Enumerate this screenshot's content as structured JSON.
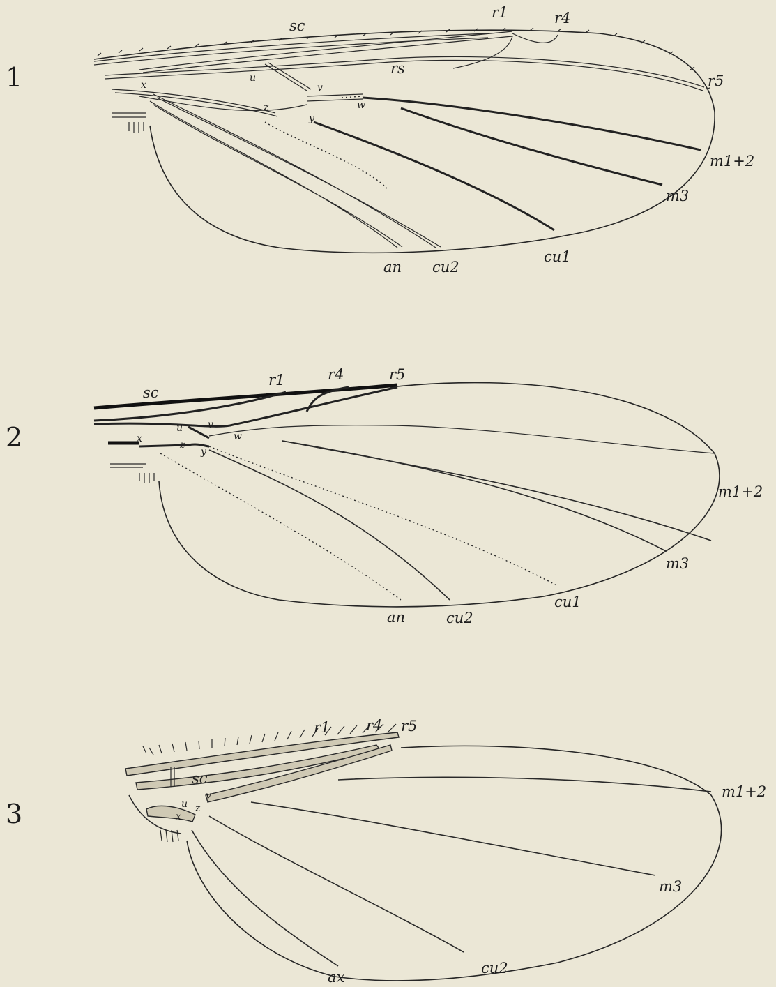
{
  "figures": [
    {
      "number": "1",
      "labels": {
        "sc": "sc",
        "r1": "r1",
        "r4": "r4",
        "r5": "r5",
        "rs": "rs",
        "u": "u",
        "v": "v",
        "w": "w",
        "x": "x",
        "y": "y",
        "z": "z",
        "m12": "m1+2",
        "m3": "m3",
        "cu1": "cu1",
        "cu2": "cu2",
        "an": "an"
      }
    },
    {
      "number": "2",
      "labels": {
        "sc": "sc",
        "r1": "r1",
        "r4": "r4",
        "r5": "r5",
        "u": "u",
        "v": "v",
        "w": "w",
        "x": "x",
        "y": "y",
        "z": "z",
        "m12": "m1+2",
        "m3": "m3",
        "cu1": "cu1",
        "cu2": "cu2",
        "an": "an"
      }
    },
    {
      "number": "3",
      "labels": {
        "sc": "sc",
        "r1": "r1",
        "r4": "r4",
        "r5": "r5",
        "u": "u",
        "v": "v",
        "x": "x",
        "z": "z",
        "m12": "m1+2",
        "m3": "m3",
        "cu2": "cu2",
        "ax": "ax"
      }
    }
  ]
}
